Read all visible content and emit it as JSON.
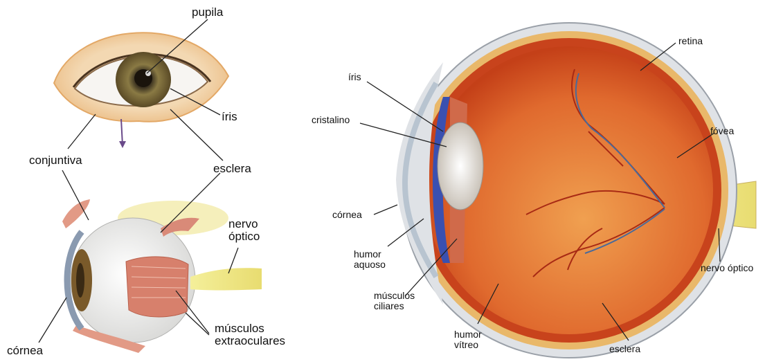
{
  "colors": {
    "line": "#222222",
    "sclera": "#f4f4f2",
    "iris": "#7a6a3a",
    "choroid": "#c8431c",
    "vitreous": "#e0783a",
    "muscle": "#d98a78",
    "nerve": "#e8e39a",
    "skin": "#f1cfa0",
    "cornea_blue": "#3a50b0"
  },
  "labels": {
    "left_top": {
      "pupila": "pupila",
      "iris": "íris",
      "conjuntiva": "conjuntiva",
      "esclera": "esclera"
    },
    "left_bottom": {
      "nervo_optico": "nervo\nóptico",
      "cornea": "córnea",
      "musculos_extraoculares": "músculos\nextraoculares"
    },
    "right": {
      "iris": "íris",
      "cristalino": "cristalino",
      "cornea": "córnea",
      "humor_aquoso": "humor\naquoso",
      "musculos_ciliares": "músculos\nciliares",
      "humor_vitreo": "humor\nvítreo",
      "esclera": "esclera",
      "retina": "retina",
      "fovea": "fóvea",
      "nervo_optico": "nervo óptico"
    }
  }
}
